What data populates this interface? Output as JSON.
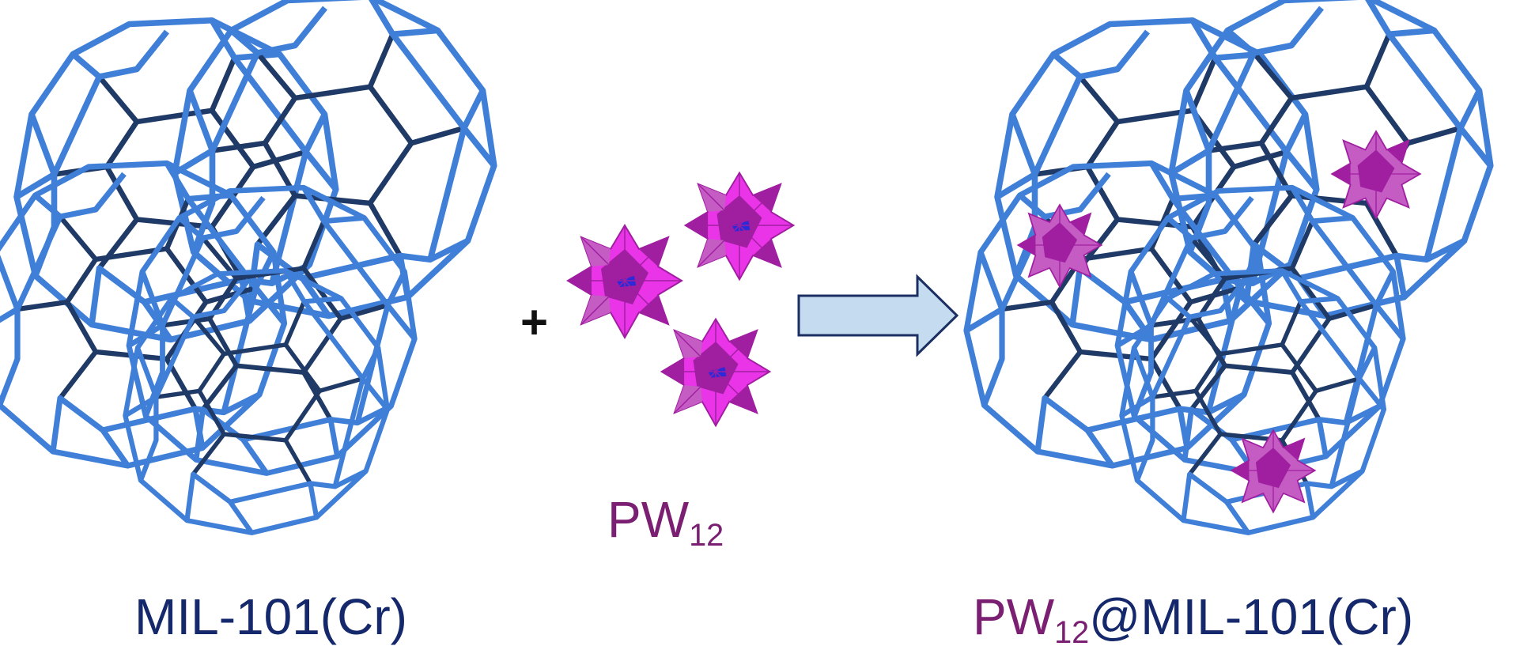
{
  "labels": {
    "framework": "MIL-101(Cr)",
    "plus": "+",
    "pw_base": "PW",
    "pw_sub": "12",
    "composite_pw_base": "PW",
    "composite_pw_sub": "12",
    "composite_rest": "@MIL-101(Cr)"
  },
  "colors": {
    "cage_edge_front": "#3f7fd8",
    "cage_edge_back": "#1f3a66",
    "pw_cluster_fill": "#ea34e8",
    "pw_cluster_dark": "#a01ea0",
    "pw_cluster_muted": "#c45cc4",
    "pw_core": "#2a2ad8",
    "pw_label": "#7a1f72",
    "framework_label": "#14286b",
    "arrow_fill": "#c5dbef",
    "arrow_stroke": "#1b2f63"
  }
}
